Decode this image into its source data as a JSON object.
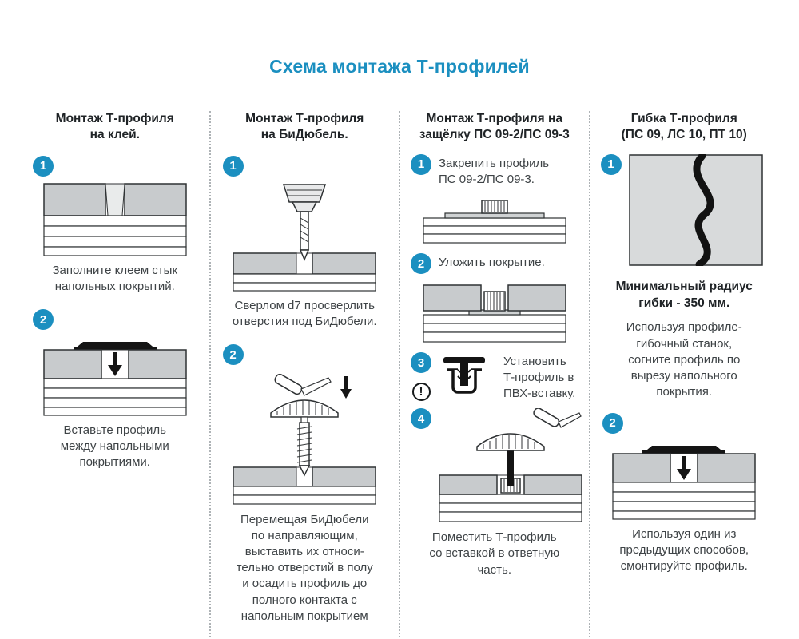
{
  "title": "Схема монтажа Т-профилей",
  "accent_color": "#1b8fc0",
  "columns": [
    {
      "heading": "Монтаж Т-профиля\nна клей.",
      "steps": [
        {
          "num": "1",
          "caption": "Заполните клеем стык\nнапольных покрытий."
        },
        {
          "num": "2",
          "caption": "Вставьте профиль\nмежду напольными\nпокрытиями."
        }
      ]
    },
    {
      "heading": "Монтаж Т-профиля\nна БиДюбель.",
      "steps": [
        {
          "num": "1",
          "caption": "Сверлом d7 просверлить\nотверстия под БиДюбели."
        },
        {
          "num": "2",
          "caption": "Перемещая БиДюбели\nпо направляющим,\nвыставить их относи-\nтельно отверстий в полу\nи осадить профиль до\nполного контакта с\nнапольным покрытием"
        }
      ]
    },
    {
      "heading": "Монтаж Т-профиля на\nзащёлку ПС 09-2/ПС 09-3",
      "steps": [
        {
          "num": "1",
          "caption": "Закрепить профиль\nПС 09-2/ПС 09-3."
        },
        {
          "num": "2",
          "caption": "Уложить покрытие."
        },
        {
          "num": "3",
          "caption": "Установить\nТ-профиль в\nПВХ-вставку.",
          "warning_mark": "!"
        },
        {
          "num": "4",
          "caption": "Поместить Т-профиль\nсо вставкой в ответную\nчасть."
        }
      ]
    },
    {
      "heading": "Гибка Т-профиля\n(ПС 09, ЛС 10, ПТ 10)",
      "note_bold": "Минимальный радиус\nгибки - 350 мм.",
      "note": "Используя профиле-\nгибочный станок,\nсогните профиль по\nвырезу напольного\nпокрытия.",
      "steps": [
        {
          "num": "1"
        },
        {
          "num": "2",
          "caption": "Используя один из\nпредыдущих способов,\nсмонтируйте профиль."
        }
      ]
    }
  ]
}
